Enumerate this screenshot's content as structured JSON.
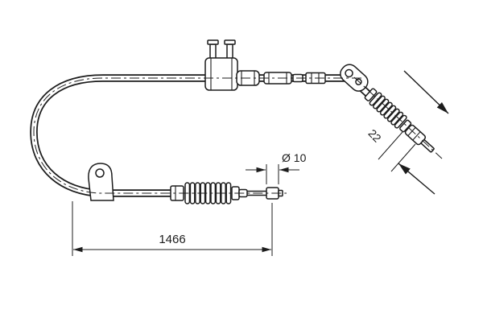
{
  "diagram": {
    "background_color": "#ffffff",
    "line_color": "#1c1c1c",
    "dimensions": {
      "overall_length": "1466",
      "end_diameter": "Ø 10",
      "end_length": "22"
    }
  }
}
